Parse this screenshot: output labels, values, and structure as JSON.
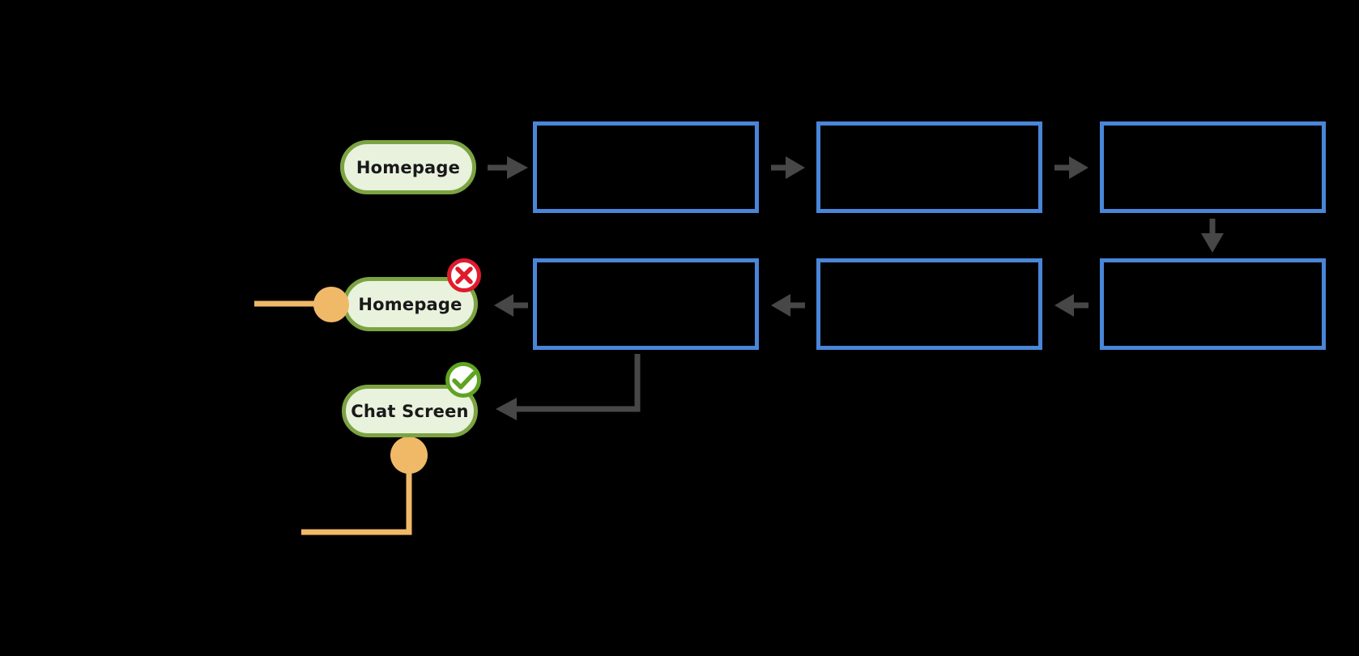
{
  "diagram": {
    "title": "user-flow-diagram",
    "nodes": {
      "homepage_start": {
        "label": "Homepage",
        "type": "screen-pill"
      },
      "homepage_return": {
        "label": "Homepage",
        "type": "screen-pill",
        "status": "rejected",
        "status_icon": "x-icon"
      },
      "chat_screen": {
        "label": "Chat Screen",
        "type": "screen-pill",
        "status": "approved",
        "status_icon": "check-icon"
      },
      "wireframe_boxes": {
        "type": "empty-screen-box",
        "row1_count": 3,
        "row2_count": 3
      }
    },
    "colors": {
      "background": "#000000",
      "pill_fill": "#e9f2dd",
      "pill_border": "#7ca342",
      "box_border": "#4a86d8",
      "arrow": "#474747",
      "connector_orange": "#f0b968",
      "error_red": "#e01b2b",
      "success_green": "#5ea321",
      "label_text": "#191919"
    }
  }
}
